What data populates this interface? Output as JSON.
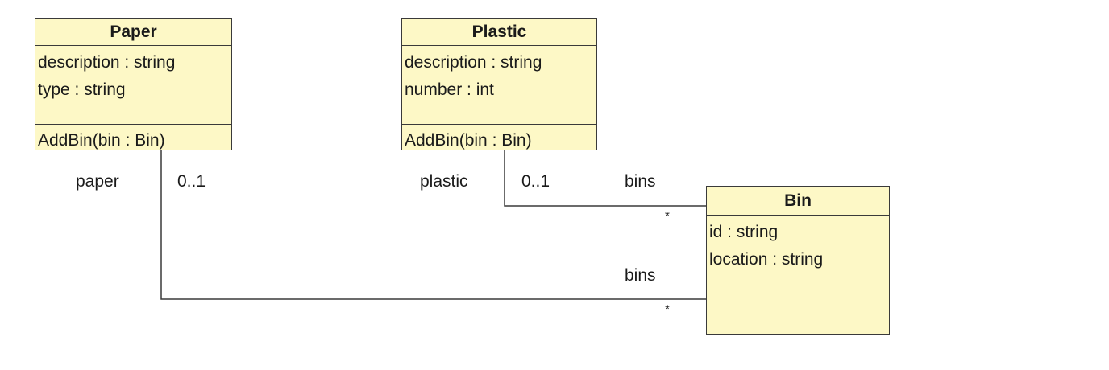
{
  "classes": {
    "paper": {
      "name": "Paper",
      "attributes": [
        "description : string",
        "type : string"
      ],
      "operations": [
        "AddBin(bin : Bin)"
      ]
    },
    "plastic": {
      "name": "Plastic",
      "attributes": [
        "description : string",
        "number : int"
      ],
      "operations": [
        "AddBin(bin : Bin)"
      ]
    },
    "bin": {
      "name": "Bin",
      "attributes": [
        "id : string",
        "location : string"
      ],
      "operations": []
    }
  },
  "associations": {
    "paper_bin": {
      "source_role": "paper",
      "source_multiplicity": "0..1",
      "target_role": "bins",
      "target_multiplicity": "*"
    },
    "plastic_bin": {
      "source_role": "plastic",
      "source_multiplicity": "0..1",
      "target_role": "bins",
      "target_multiplicity": "*"
    }
  },
  "colors": {
    "class_fill": "#fdf8c6",
    "line": "#3a3a3a"
  }
}
